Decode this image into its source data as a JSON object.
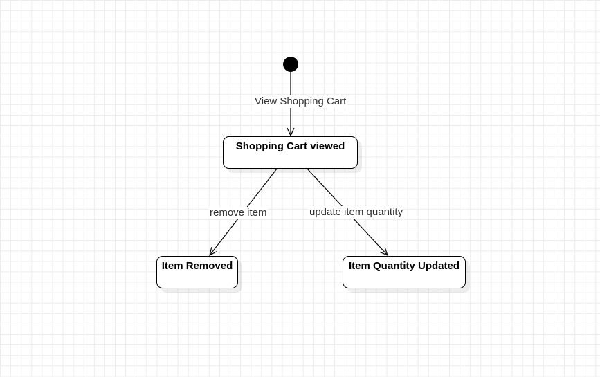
{
  "diagram": {
    "states": {
      "cart_viewed": "Shopping Cart viewed",
      "item_removed": "Item Removed",
      "quantity_updated": "Item Quantity Updated"
    },
    "transitions": {
      "view_cart": "View Shopping Cart",
      "remove_item": "remove item",
      "update_quantity": "update item quantity"
    }
  },
  "colors": {
    "stroke": "#000000",
    "label_text": "#333333",
    "grid": "#ececec",
    "background": "#ffffff"
  }
}
